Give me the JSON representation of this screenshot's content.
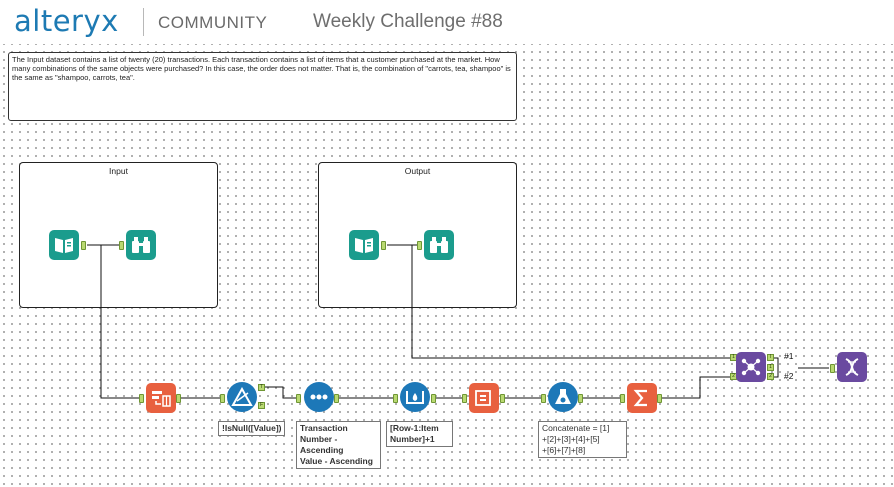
{
  "header": {
    "logo": "alteryx",
    "community": "COMMUNITY",
    "title": "Weekly Challenge #88"
  },
  "description": "The Input dataset contains a list of twenty (20) transactions.  Each transaction contains a list of items that a customer purchased at the market.  How many combinations of the same objects were purchased?  In this case, the order does not matter.  That is, the combination of \"carrots, tea, shampoo\" is the same as \"shampoo, carrots, tea\".",
  "containers": {
    "input": "Input",
    "output": "Output"
  },
  "tools": {
    "input_data": "input-data-tool",
    "browse": "browse-tool",
    "text_to_columns": "text-to-columns-tool",
    "filter": "filter-tool",
    "sort": "sort-tool",
    "multi_row": "multi-row-formula-tool",
    "cross_tab": "cross-tab-tool",
    "formula": "formula-tool",
    "summarize": "summarize-tool",
    "join_multiple": "join-multiple-tool",
    "test": "test-tool"
  },
  "anchors": {
    "true": "T",
    "false": "F",
    "input": "I",
    "one": "1",
    "two": "2"
  },
  "annotations": {
    "filter": "!IsNull([Value])",
    "sort_line1": "Transaction",
    "sort_line2": "Number -",
    "sort_line3": "Ascending",
    "sort_line4": "Value - Ascending",
    "multirow_line1": "[Row-1:Item",
    "multirow_line2": "Number]+1",
    "formula_line1": "Concatenate = [1]",
    "formula_line2": "+[2]+[3]+[4]+[5]",
    "formula_line3": "+[6]+[7]+[8]"
  },
  "outputs": {
    "out1": "#1",
    "out2": "#2"
  },
  "colors": {
    "teal": "#1b9c8d",
    "orange": "#e8603f",
    "blue": "#1d78b8",
    "purple": "#6a4aa0",
    "anchor_green": "#b9d971",
    "brand": "#1d7ab3"
  }
}
